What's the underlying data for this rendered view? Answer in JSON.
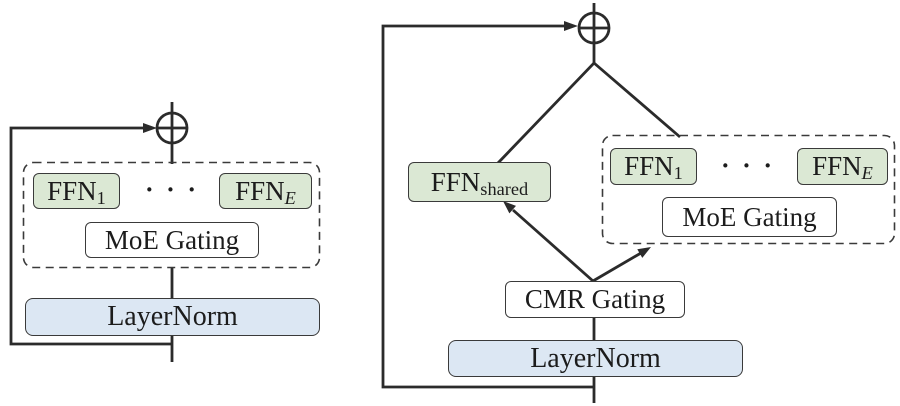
{
  "colors": {
    "background": "#ffffff",
    "line": "#2b2b2b",
    "box_border": "#3a3a3a",
    "text": "#1c1c1c",
    "expert_fill": "#dbe8d4",
    "layernorm_fill": "#dce7f3",
    "gating_fill": "#ffffff"
  },
  "left_diagram": {
    "experts": [
      {
        "base": "FFN",
        "sub": "1"
      },
      {
        "base": "FFN",
        "sub": "E"
      }
    ],
    "ellipsis": "· · ·",
    "moe_gating_label": "MoE Gating",
    "layernorm_label": "LayerNorm"
  },
  "right_diagram": {
    "shared_expert": {
      "base": "FFN",
      "sub": "shared"
    },
    "experts": [
      {
        "base": "FFN",
        "sub": "1"
      },
      {
        "base": "FFN",
        "sub": "E"
      }
    ],
    "ellipsis": "· · ·",
    "moe_gating_label": "MoE Gating",
    "cmr_gating_label": "CMR Gating",
    "layernorm_label": "LayerNorm"
  }
}
